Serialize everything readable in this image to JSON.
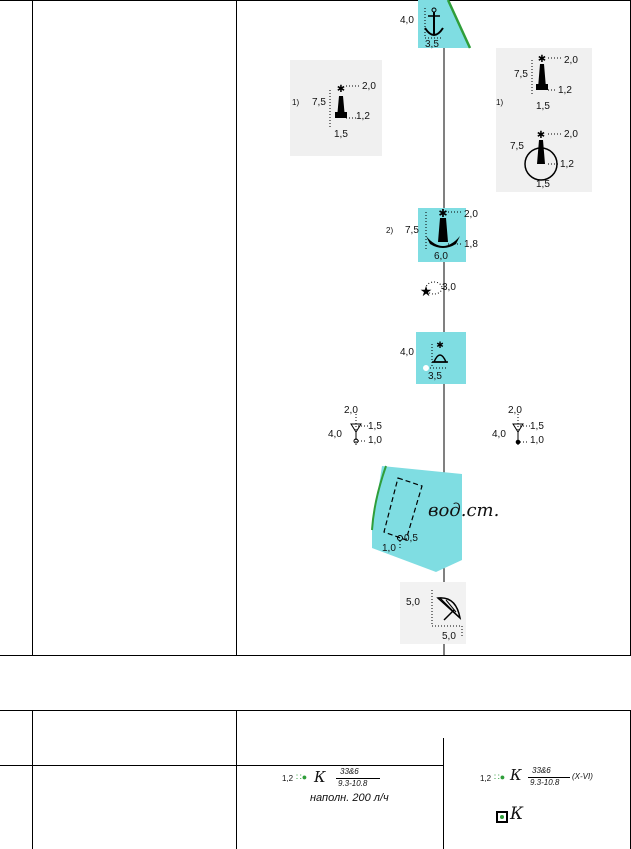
{
  "upper_table": {
    "anchorage_top": {
      "size_h": "4,0",
      "size_w": "3,5"
    },
    "lighthouse_left": {
      "variant": "1)",
      "height": "7,5",
      "top": "2,0",
      "side": "1,2",
      "base": "1,5"
    },
    "lighthouse_right": {
      "variant": "1)",
      "height": "7,5",
      "top": "2,0",
      "side": "1,2",
      "base": "1,5"
    },
    "lighthouse_circle": {
      "height": "7,5",
      "top": "2,0",
      "side": "1,2",
      "base": "1,5"
    },
    "big_anchor": {
      "variant": "2)",
      "height": "7,5",
      "top": "2,0",
      "side": "1,8",
      "base": "6,0"
    },
    "star": {
      "size": "3,0"
    },
    "bell_buoy": {
      "size_h": "4,0",
      "size_w": "3,5"
    },
    "buoy_left": {
      "top": "2,0",
      "height": "4,0",
      "side_top": "1,5",
      "side_bottom": "1,0"
    },
    "buoy_right": {
      "top": "2,0",
      "height": "4,0",
      "side_top": "1,5",
      "side_bottom": "1,0"
    },
    "water_station": {
      "text": "вод.ст.",
      "size_a": "1,0",
      "size_b": "0,5"
    },
    "umbrella": {
      "size_w": "5,0",
      "size_h": "5,0"
    }
  },
  "lower_table": {
    "well_col1": {
      "spacing": "1,2",
      "letter": "К",
      "numerator": "33&6",
      "denominator": "9.3-10.8",
      "note": "наполн. 200 л/ч"
    },
    "well_col2": {
      "spacing": "1,2",
      "letter": "К",
      "numerator": "33&6",
      "denominator": "9.3-10.8",
      "suffix": "(X-VI)",
      "small_letter": "К"
    }
  },
  "colors": {
    "water": "#7fdde2",
    "shore": "#2f9e3a"
  }
}
